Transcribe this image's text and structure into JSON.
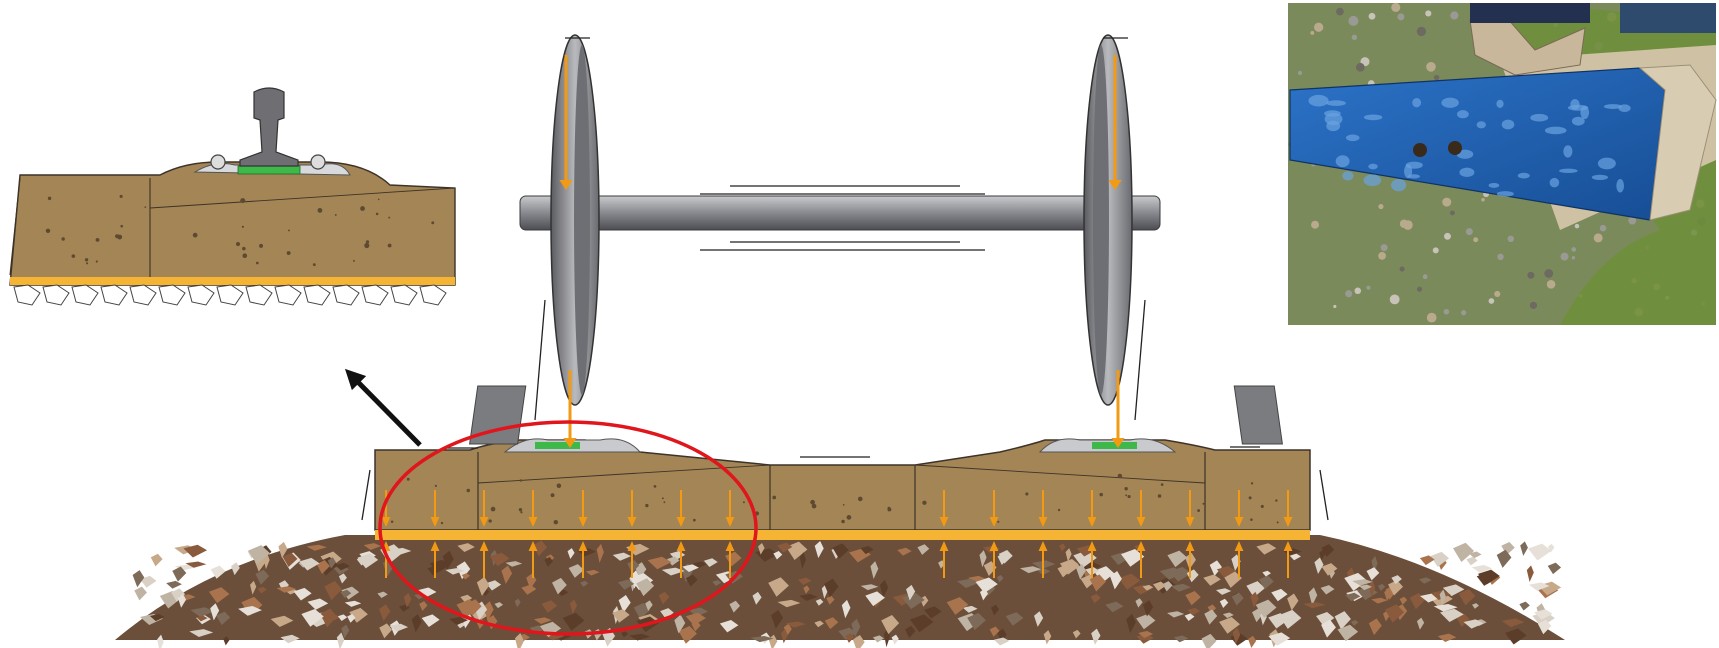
{
  "diagram": {
    "colors": {
      "background": "#ffffff",
      "sleeper": "#a38556",
      "sleeper_light": "#b49a68",
      "sleeper_edge": "#3d3328",
      "pad": "#f6b435",
      "force_arrow": "#f29a14",
      "highlight_ring": "#e0161c",
      "rail_pad": "#3fb84a",
      "steel": "#8d8e92",
      "ballast_base": "#6b4f3a",
      "photo_sleeper": "#1f5fb0",
      "photo_concrete": "#c9bca0",
      "photo_grass": "#5e7a36"
    },
    "components": [
      "wheelset",
      "concrete-sleeper",
      "under-sleeper-pad",
      "ballast-bed",
      "rail-fastening",
      "force-arrows",
      "detail-inset",
      "photo-inset"
    ],
    "force_arrows": {
      "wheel_loads": 4,
      "down_arrows": 16,
      "up_arrows": 16
    },
    "callout": {
      "shape": "ellipse",
      "pointer": "arrow-to-detail-inset"
    }
  }
}
